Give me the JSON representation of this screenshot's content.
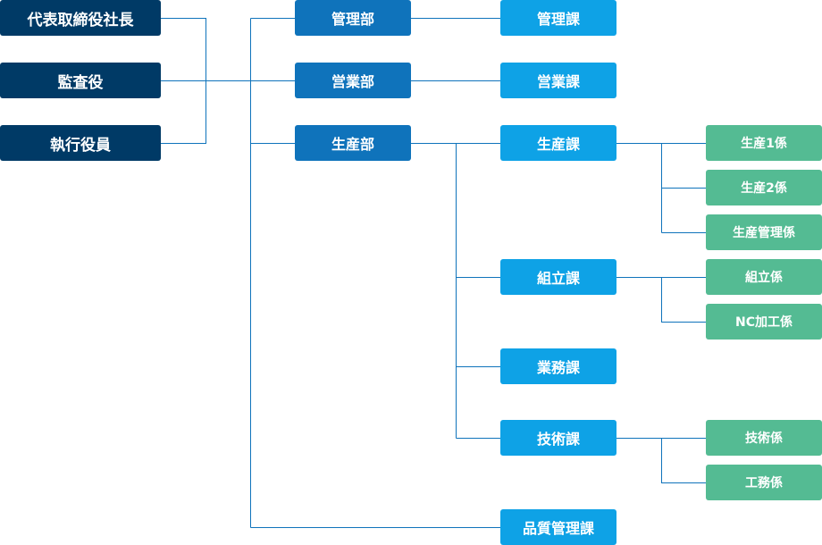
{
  "executives": {
    "president": "代表取締役社長",
    "auditor": "監査役",
    "officers": "執行役員"
  },
  "departments": {
    "management": "管理部",
    "sales": "営業部",
    "production": "生産部"
  },
  "sections": {
    "management": "管理課",
    "sales": "営業課",
    "production": "生産課",
    "assembly": "組立課",
    "operations": "業務課",
    "engineering": "技術課",
    "quality": "品質管理課"
  },
  "units": {
    "production1": "生産1係",
    "production2": "生産2係",
    "production_control": "生産管理係",
    "assembly": "組立係",
    "nc_machining": "NC加工係",
    "engineering": "技術係",
    "works": "工務係"
  },
  "colors": {
    "executive": "#003a66",
    "department": "#0f73bb",
    "section": "#0ea2e6",
    "unit": "#54bb93",
    "connector": "#0f73bb"
  }
}
